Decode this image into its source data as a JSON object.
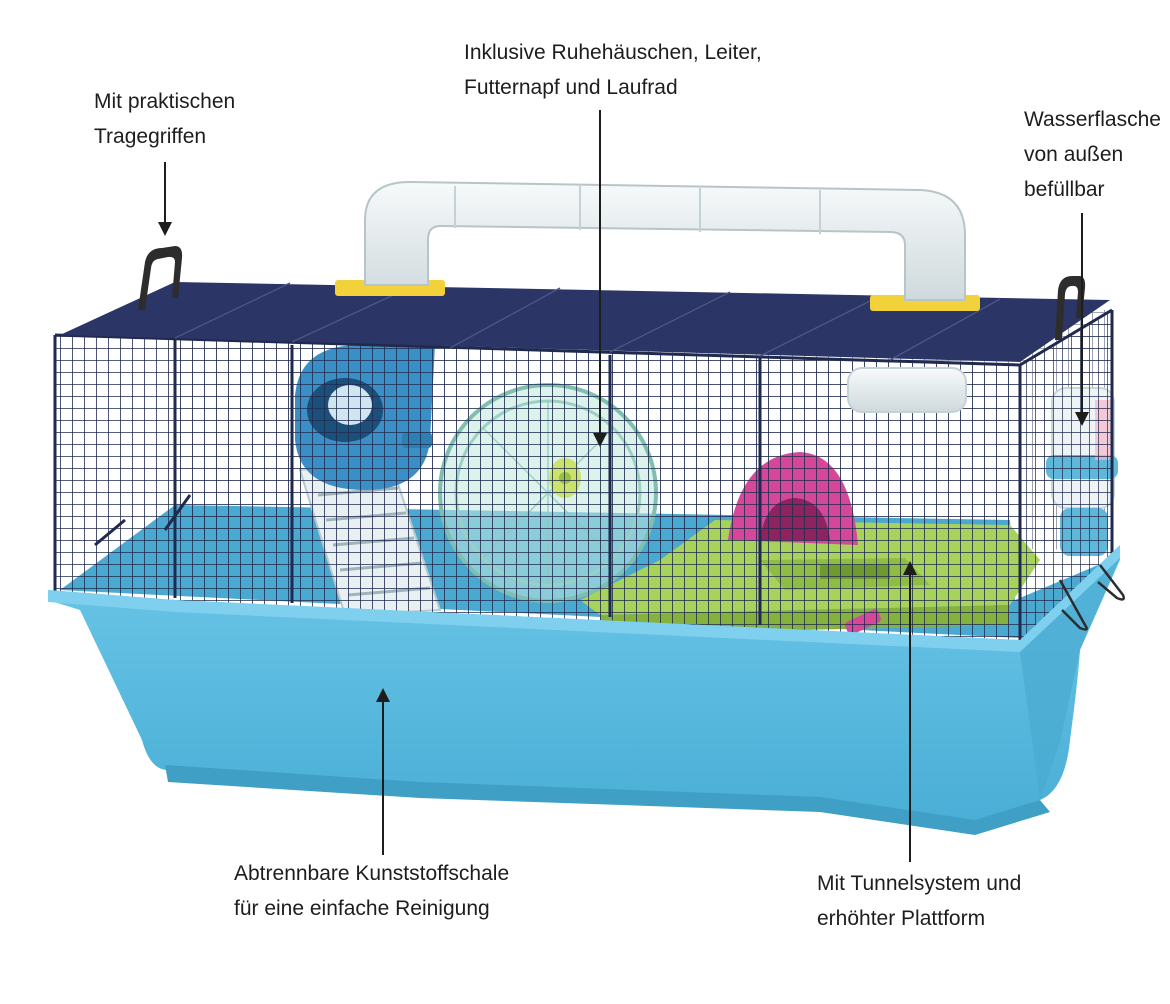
{
  "callouts": {
    "handles": {
      "line1": "Mit praktischen",
      "line2": "Tragegriffen"
    },
    "accessories": {
      "line1": "Inklusive Ruhehäuschen, Leiter,",
      "line2": "Futternapf und Laufrad"
    },
    "bottle": {
      "line1": "Wasserflasche",
      "line2": "von außen",
      "line3": "befüllbar"
    },
    "tray": {
      "line1": "Abtrennbare Kunststoffschale",
      "line2": "für eine einfache Reinigung"
    },
    "tunnel": {
      "line1": "Mit Tunnelsystem und",
      "line2": "erhöhter Plattform"
    }
  },
  "colors": {
    "tray": "#5bbde0",
    "tray_dark": "#3f9fc4",
    "wire": "#1f2a4e",
    "roof": "#2b3566",
    "wheel": "#a9e0d0",
    "platform": "#a8d35a",
    "house": "#d6479a",
    "tube": "#e9eef0",
    "tube_base": "#f2d23a",
    "arrow": "#1d1d1b"
  },
  "icons": [
    "cage-illustration",
    "arrow-down-icon",
    "arrow-up-icon"
  ]
}
